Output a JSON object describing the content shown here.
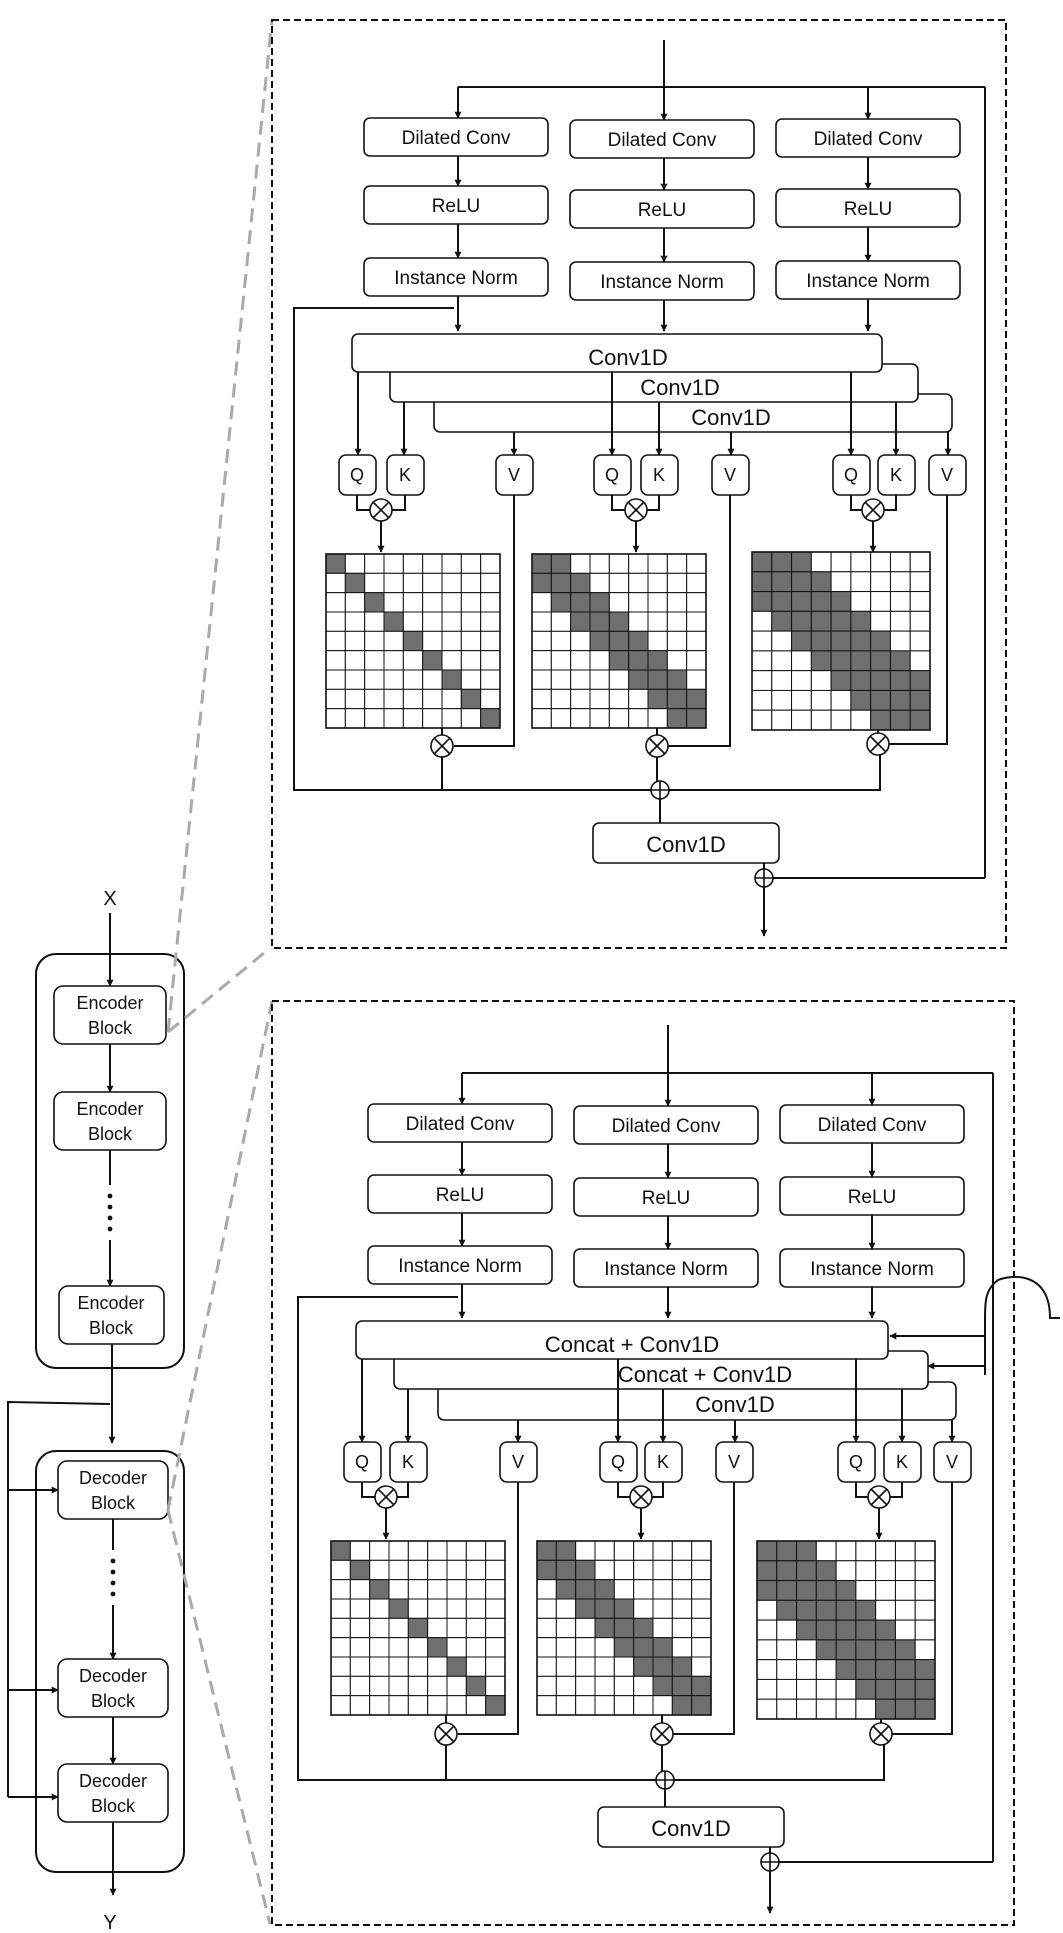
{
  "left_column": {
    "input_label": "X",
    "output_label": "Y",
    "encoder_blocks": [
      {
        "line1": "Encoder",
        "line2": "Block"
      },
      {
        "line1": "Encoder",
        "line2": "Block"
      },
      {
        "line1": "Encoder",
        "line2": "Block"
      }
    ],
    "decoder_blocks": [
      {
        "line1": "Decoder",
        "line2": "Block"
      },
      {
        "line1": "Decoder",
        "line2": "Block"
      },
      {
        "line1": "Decoder",
        "line2": "Block"
      }
    ]
  },
  "encoder_detail": {
    "branches": [
      {
        "conv": "Dilated Conv",
        "act": "ReLU",
        "norm": "Instance Norm"
      },
      {
        "conv": "Dilated Conv",
        "act": "ReLU",
        "norm": "Instance Norm"
      },
      {
        "conv": "Dilated Conv",
        "act": "ReLU",
        "norm": "Instance Norm"
      }
    ],
    "projections": [
      "Conv1D",
      "Conv1D",
      "Conv1D"
    ],
    "qkv": {
      "q": "Q",
      "k": "K",
      "v": "V"
    },
    "output_conv": "Conv1D"
  },
  "decoder_detail": {
    "branches": [
      {
        "conv": "Dilated Conv",
        "act": "ReLU",
        "norm": "Instance Norm"
      },
      {
        "conv": "Dilated Conv",
        "act": "ReLU",
        "norm": "Instance Norm"
      },
      {
        "conv": "Dilated Conv",
        "act": "ReLU",
        "norm": "Instance Norm"
      }
    ],
    "projections": [
      "Concat + Conv1D",
      "Concat + Conv1D",
      "Conv1D"
    ],
    "qkv": {
      "q": "Q",
      "k": "K",
      "v": "V"
    },
    "output_conv": "Conv1D"
  },
  "attention_masks": {
    "grid_size": 9,
    "band_widths": [
      1,
      2,
      3
    ]
  },
  "colors": {
    "line": "#111111",
    "mask_fill": "#6f6f6f",
    "mask_empty": "#ffffff",
    "zoom_line": "#aaaaaa"
  }
}
